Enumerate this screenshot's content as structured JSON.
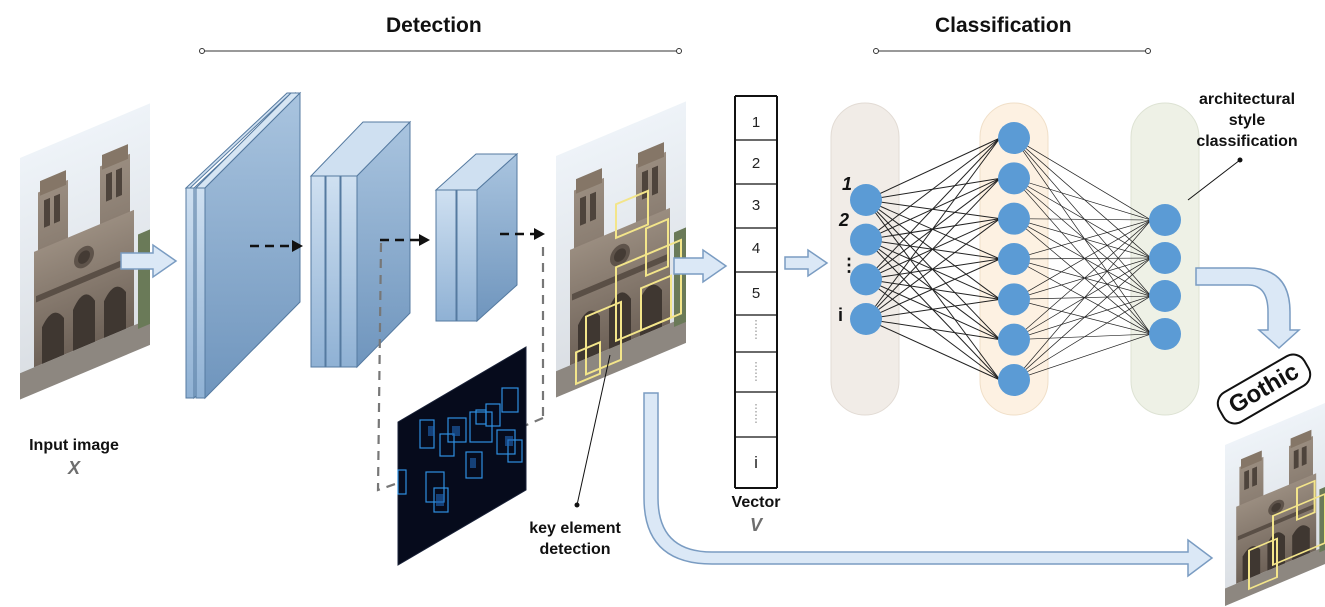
{
  "headers": {
    "detection": "Detection",
    "classification": "Classification"
  },
  "input": {
    "label": "Input image",
    "symbol": "X"
  },
  "detection_note": {
    "line1": "key element",
    "line2": "detection"
  },
  "vector": {
    "label": "Vector",
    "symbol": "V",
    "cells": [
      "1",
      "2",
      "3",
      "4",
      "5",
      "",
      "",
      "",
      "i"
    ]
  },
  "network": {
    "input_labels": [
      "1",
      "2",
      "⋮",
      "i"
    ],
    "layers": [
      4,
      7,
      4
    ],
    "output_note": {
      "line1": "architectural",
      "line2": "style",
      "line3": "classification"
    }
  },
  "result": {
    "label": "Gothic"
  },
  "colors": {
    "accent": "#5b9bd5",
    "layer_fill": "#9bbcdc",
    "arrow_fill": "#dbe8f6",
    "arrow_stroke": "#7a9cc2",
    "col1": "#f1ece7",
    "col2": "#fdf1e2",
    "col3": "#eef1e6"
  }
}
